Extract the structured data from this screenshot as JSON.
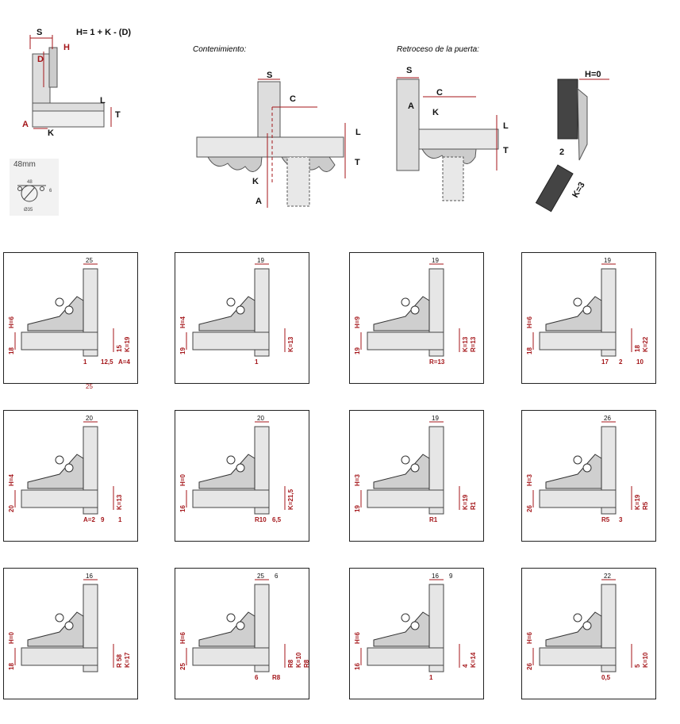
{
  "top": {
    "formula": "H= 1 + K - (D)",
    "key_labels": {
      "s": "S",
      "h": "H",
      "d": "D",
      "l": "L",
      "t": "T",
      "a": "A",
      "k": "K",
      "c": "C"
    },
    "contenimiento": "Contenimiento:",
    "retroceso": "Retroceso de la puerta:",
    "h0": "H=0",
    "two": "2",
    "k3": "K=3"
  },
  "cup": {
    "size": "48mm",
    "w": "48",
    "six": "6",
    "dia": "Ø35"
  },
  "panels": [
    {
      "top": "25",
      "left": "H=6",
      "base": "18",
      "right": [
        "15",
        "K=19"
      ],
      "bottom": [
        "1",
        "12,5",
        "A=4"
      ],
      "below": "25"
    },
    {
      "top": "19",
      "left": "H=4",
      "base": "19",
      "right": [
        "K=13"
      ],
      "bottom": [
        "1"
      ]
    },
    {
      "top": "19",
      "left": "H=9",
      "base": "19",
      "right": [
        "K=13",
        "R=13"
      ],
      "bottom": [
        "R=13"
      ]
    },
    {
      "top": "19",
      "left": "H=6",
      "base": "18",
      "right": [
        "18",
        "K=22"
      ],
      "bottom": [
        "17",
        "2",
        "10"
      ]
    },
    {
      "top": "20",
      "left": "H=4",
      "base": "20",
      "right": [
        "K=13"
      ],
      "bottom": [
        "A=2",
        "9",
        "1"
      ]
    },
    {
      "top": "20",
      "left": "H=0",
      "base": "16",
      "right": [
        "K=21,5"
      ],
      "bottom": [
        "R10",
        "6,5"
      ]
    },
    {
      "top": "19",
      "left": "H=3",
      "base": "19",
      "right": [
        "K=19",
        "R1"
      ],
      "bottom": [
        "R1"
      ]
    },
    {
      "top": "26",
      "left": "H=3",
      "base": "26",
      "right": [
        "K=19",
        "R5"
      ],
      "bottom": [
        "R5",
        "3"
      ]
    },
    {
      "top": "16",
      "left": "H=0",
      "base": "18",
      "right": [
        "R 58",
        "K=17"
      ],
      "bottom": []
    },
    {
      "top": "25",
      "top2": "6",
      "left": "H=6",
      "base": "25",
      "right": [
        "R8",
        "K=10",
        "R8"
      ],
      "bottom": [
        "6",
        "R8"
      ]
    },
    {
      "top": "16",
      "top2": "9",
      "left": "H=6",
      "base": "16",
      "right": [
        "4",
        "K=14"
      ],
      "bottom": [
        "1"
      ]
    },
    {
      "top": "22",
      "left": "H=6",
      "base": "26",
      "right": [
        "5",
        "K=10"
      ],
      "bottom": [
        "0,5"
      ]
    }
  ]
}
